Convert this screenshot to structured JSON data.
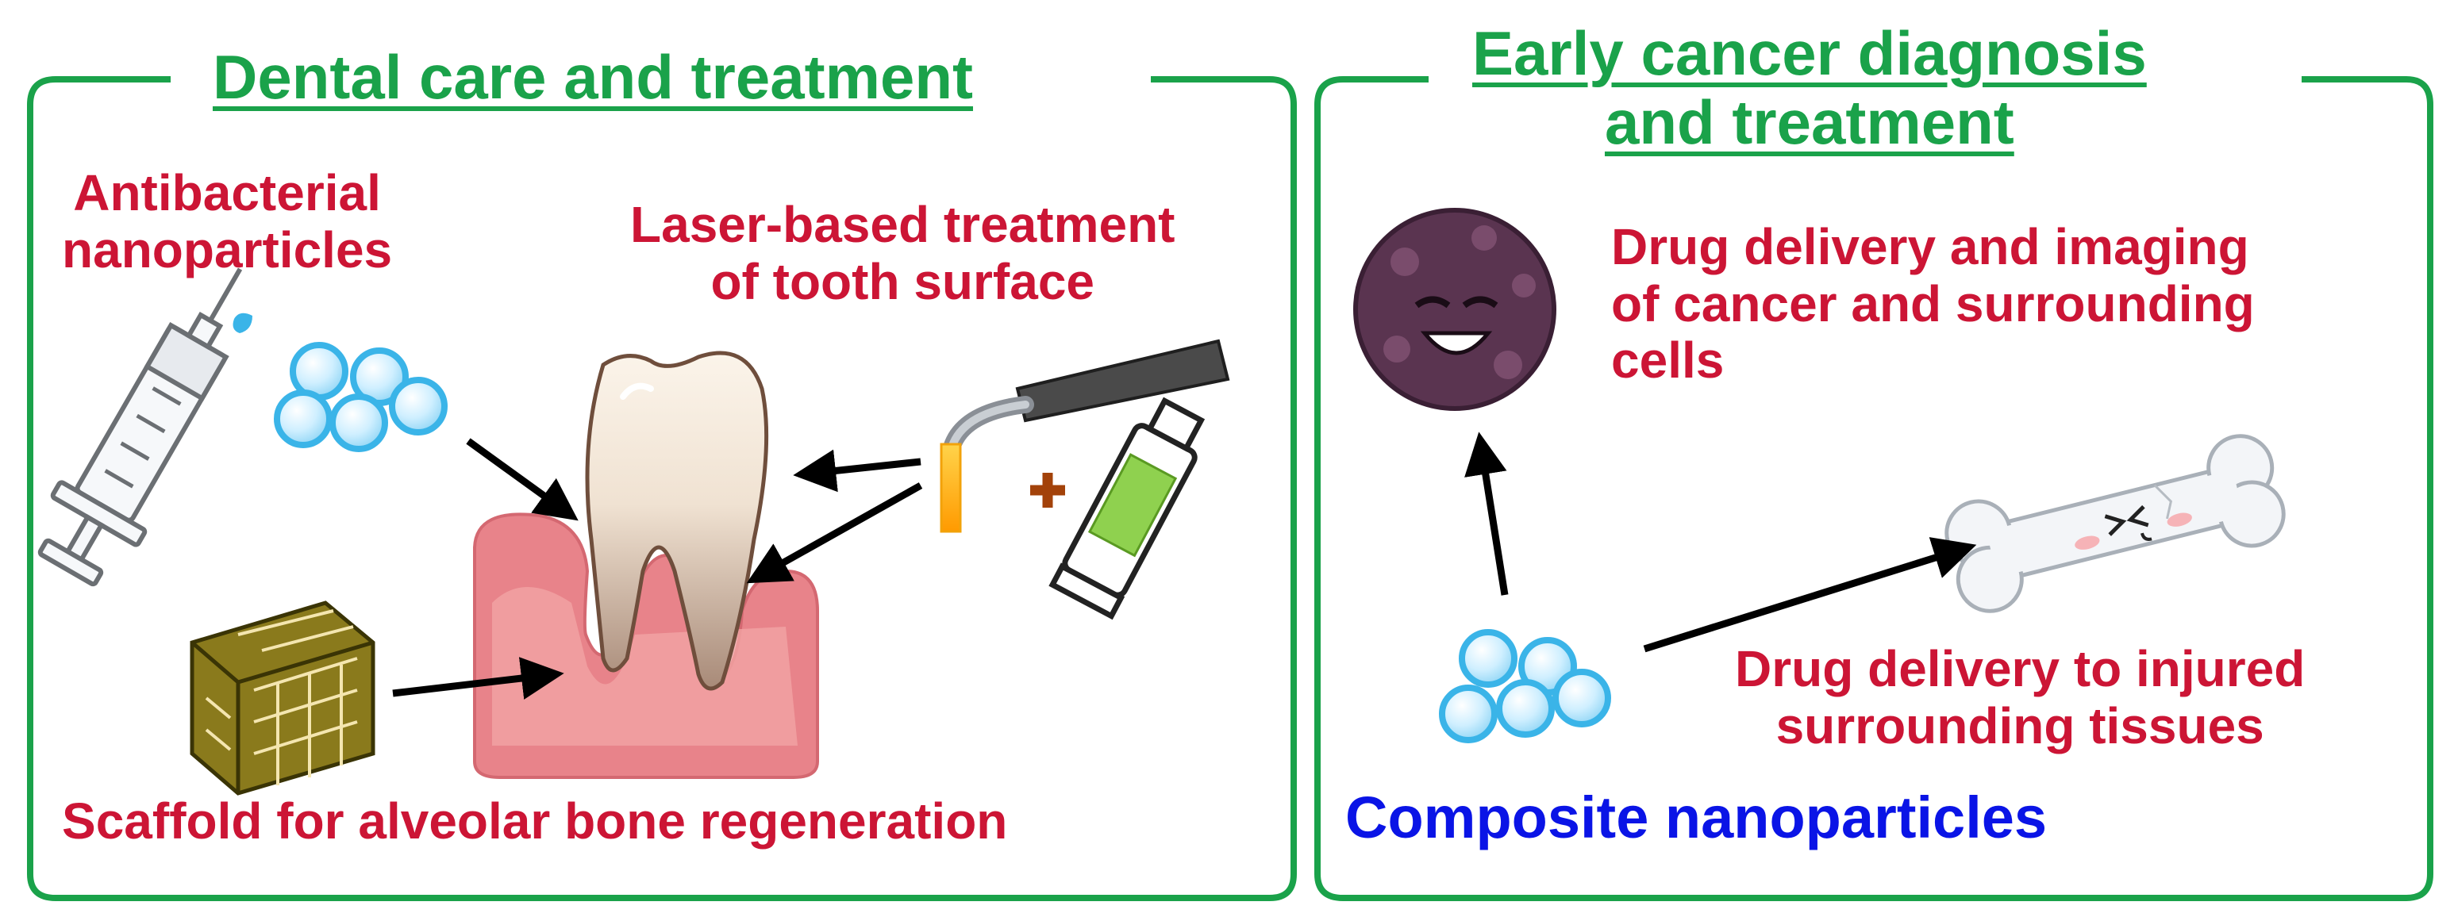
{
  "left_panel": {
    "title": "Dental care and treatment",
    "antibacterial_label": "Antibacterial\nnanoparticles",
    "laser_label": "Laser-based treatment\nof tooth surface",
    "scaffold_label": "Scaffold for alveolar bone regeneration"
  },
  "right_panel": {
    "title": "Early cancer diagnosis\nand treatment",
    "drug_imaging_label": "Drug delivery and imaging\nof cancer and surrounding\ncells",
    "drug_injured_label": "Drug delivery to injured\nsurrounding tissues",
    "composite_label": "Composite nanoparticles"
  },
  "colors": {
    "frame_green": "#1aa24a",
    "label_red": "#cc1535",
    "composite_blue": "#0a14e6",
    "nanoparticle_blue": "#3ab4e8",
    "gum_pink": "#e8838a",
    "cancer_purple": "#5a3450",
    "scaffold_olive": "#8a7a1c",
    "gel_green": "#8fd14f"
  },
  "icons": [
    "syringe-icon",
    "nanoparticles-icon",
    "tooth-icon",
    "laser-tool-icon",
    "plus-icon",
    "gel-tube-icon",
    "scaffold-icon",
    "cancer-cell-icon",
    "bone-icon"
  ]
}
